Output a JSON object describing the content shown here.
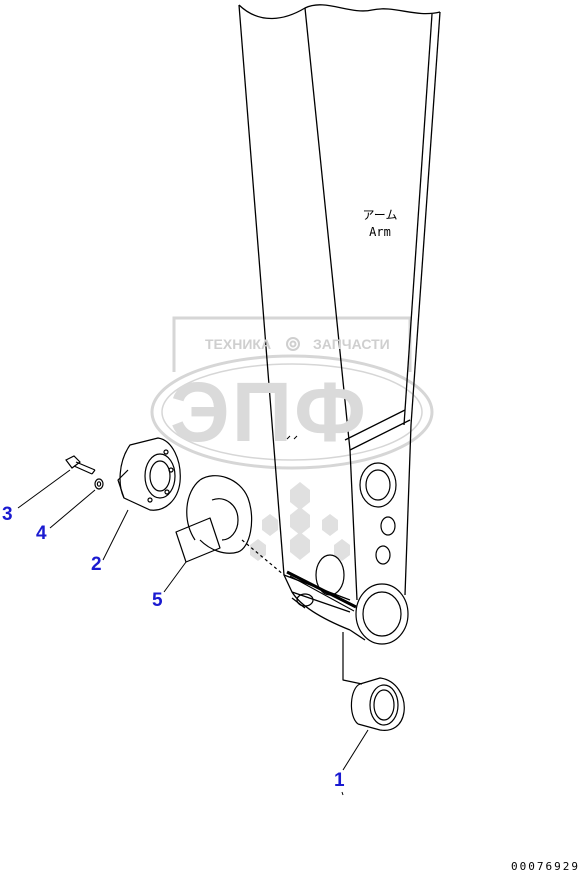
{
  "watermark": {
    "top_line_left": "ТЕХНИКА",
    "top_line_right": "ЗАПЧАСТИ",
    "logo_letters": "ЭПФ",
    "gear_icon": "gear-icon"
  },
  "arm_label": {
    "japanese": "アーム",
    "english": "Arm"
  },
  "callouts": [
    "1",
    "2",
    "3",
    "4",
    "5"
  ],
  "drawing_number": "00076929",
  "colors": {
    "callout": "#1a1ad0",
    "line": "#000000",
    "watermark": "#d4d4d4"
  }
}
